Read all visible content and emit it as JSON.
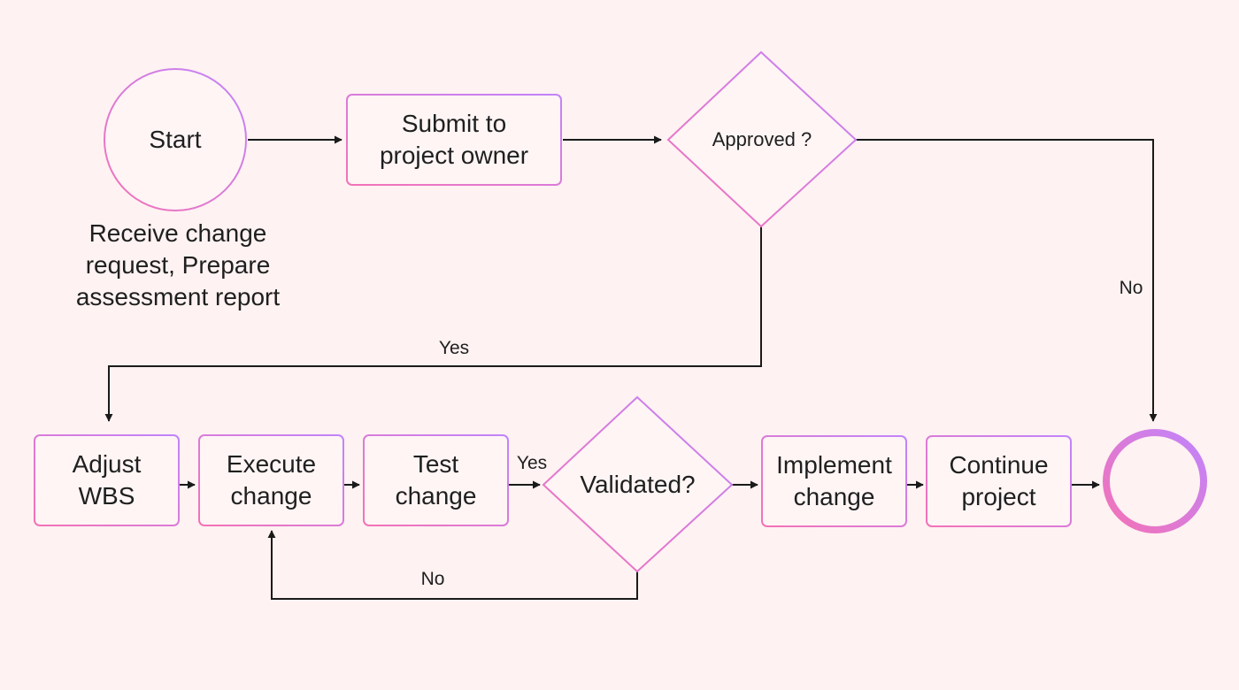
{
  "colors": {
    "background": "#FEF2F2",
    "gradient_start": "#F472B6",
    "gradient_end": "#C084FC",
    "box_fill": "#FFF5F5",
    "line": "#1a1a1a"
  },
  "nodes": {
    "start": "Start",
    "start_note": "Receive change\nrequest, Prepare\nassessment report",
    "submit": "Submit to\nproject owner",
    "approved": "Approved ?",
    "adjust": "Adjust\nWBS",
    "execute": "Execute\nchange",
    "test": "Test\nchange",
    "validated": "Validated?",
    "implement": "Implement\nchange",
    "continue": "Continue\nproject",
    "end": ""
  },
  "edges": {
    "approved_no": "No",
    "approved_yes": "Yes",
    "test_yes": "Yes",
    "validated_no": "No"
  }
}
